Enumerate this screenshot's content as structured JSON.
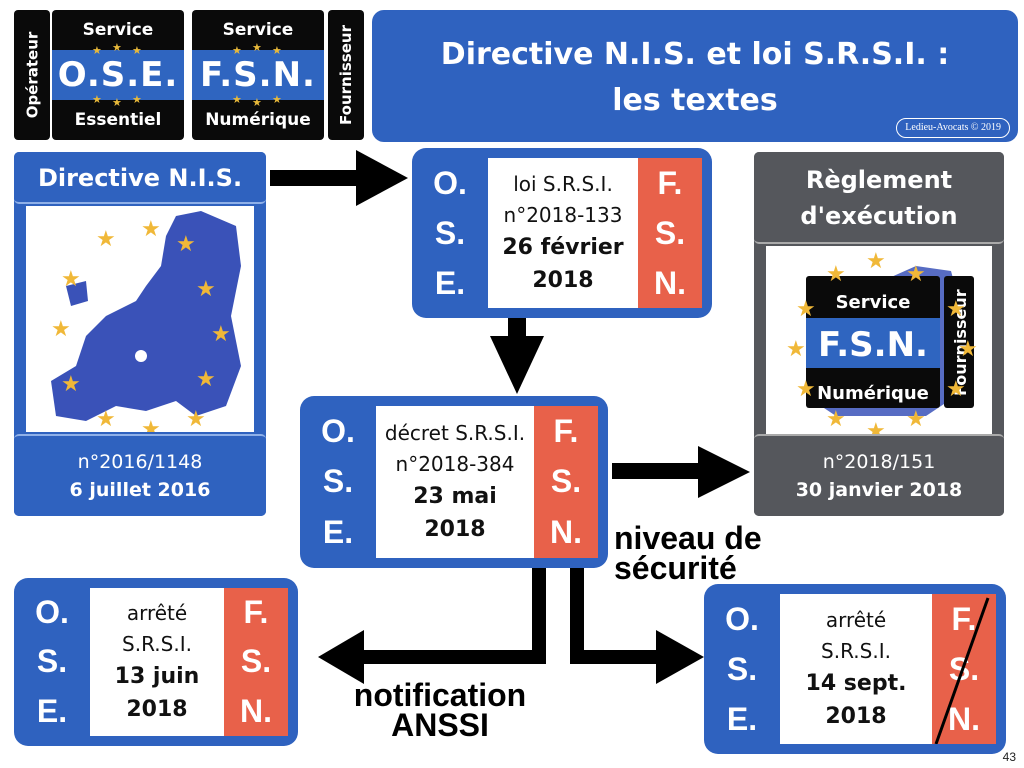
{
  "badges": {
    "ose": {
      "side": "Opérateur",
      "top": "Service",
      "main": "O.S.E.",
      "bottom": "Essentiel"
    },
    "fsn": {
      "side": "Fournisseur",
      "top": "Service",
      "main": "F.S.N.",
      "bottom": "Numérique"
    }
  },
  "title": {
    "line1": "Directive N.I.S. et loi S.R.S.I. :",
    "line2": "les textes",
    "copyright": "Ledieu-Avocats © 2019"
  },
  "directive_nis": {
    "header": "Directive N.I.S.",
    "number": "n°2016/1148",
    "date": "6 juillet 2016",
    "image": "eu-map-with-stars"
  },
  "reglement": {
    "header_line1": "Règlement",
    "header_line2": "d'exécution",
    "number": "n°2018/151",
    "date": "30 janvier 2018",
    "image": "fsn-badge-over-eu-map"
  },
  "boxes": {
    "loi": {
      "left": [
        "O.",
        "S.",
        "E."
      ],
      "line1": "loi S.R.S.I.",
      "line2": "n°2018-133",
      "line3": "26 février",
      "line4": "2018",
      "right": [
        "F.",
        "S.",
        "N."
      ]
    },
    "decret": {
      "left": [
        "O.",
        "S.",
        "E."
      ],
      "line1": "décret S.R.S.I.",
      "line2": "n°2018-384",
      "line3": "23 mai",
      "line4": "2018",
      "right": [
        "F.",
        "S.",
        "N."
      ]
    },
    "arrete_juin": {
      "left": [
        "O.",
        "S.",
        "E."
      ],
      "line1": "arrêté",
      "line2": "S.R.S.I.",
      "line3": "13 juin",
      "line4": "2018",
      "right": [
        "F.",
        "S.",
        "N."
      ]
    },
    "arrete_sept": {
      "left": [
        "O.",
        "S.",
        "E."
      ],
      "line1": "arrêté",
      "line2": "S.R.S.I.",
      "line3": "14 sept.",
      "line4": "2018",
      "right": [
        "F.",
        "S.",
        "N."
      ],
      "fsn_struck": true
    }
  },
  "labels": {
    "niveau_line1": "niveau de",
    "niveau_line2": "sécurité",
    "notif_line1": "notification",
    "notif_line2": "ANSSI"
  },
  "page_number": "43",
  "colors": {
    "blue": "#2f62bf",
    "red": "#e8614a",
    "grey": "#55575c",
    "black": "#0a0a0a",
    "star": "#e8b93a"
  }
}
